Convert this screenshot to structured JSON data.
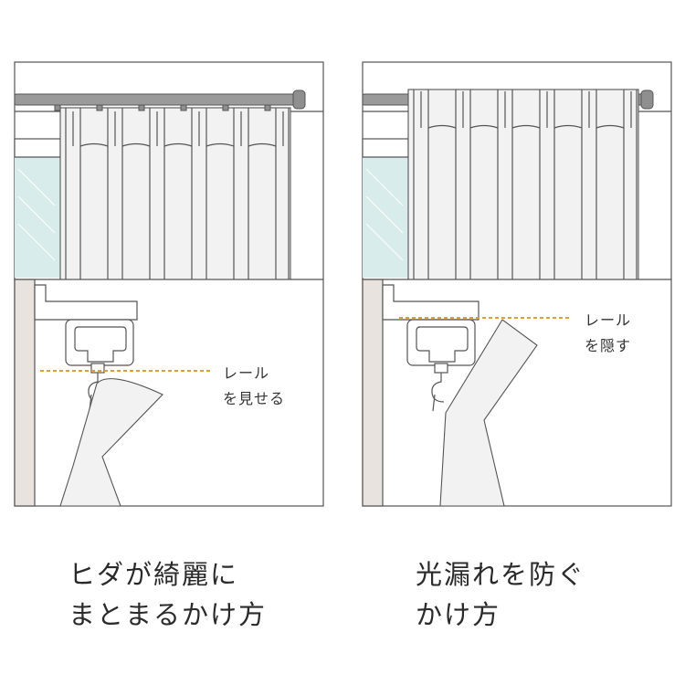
{
  "left_panel": {
    "label_line1": "レール",
    "label_line2": "を見せる",
    "caption_line1": "ヒダが綺麗に",
    "caption_line2": "まとまるかけ方"
  },
  "right_panel": {
    "label_line1": "レール",
    "label_line2": "を隠す",
    "caption_line1": "光漏れを防ぐ",
    "caption_line2": "かけ方"
  },
  "colors": {
    "dashed_line": "#e0a030",
    "window_glass": "#d8ecec",
    "wall_side": "#e9e3df",
    "rod": "#9a9a9a"
  }
}
